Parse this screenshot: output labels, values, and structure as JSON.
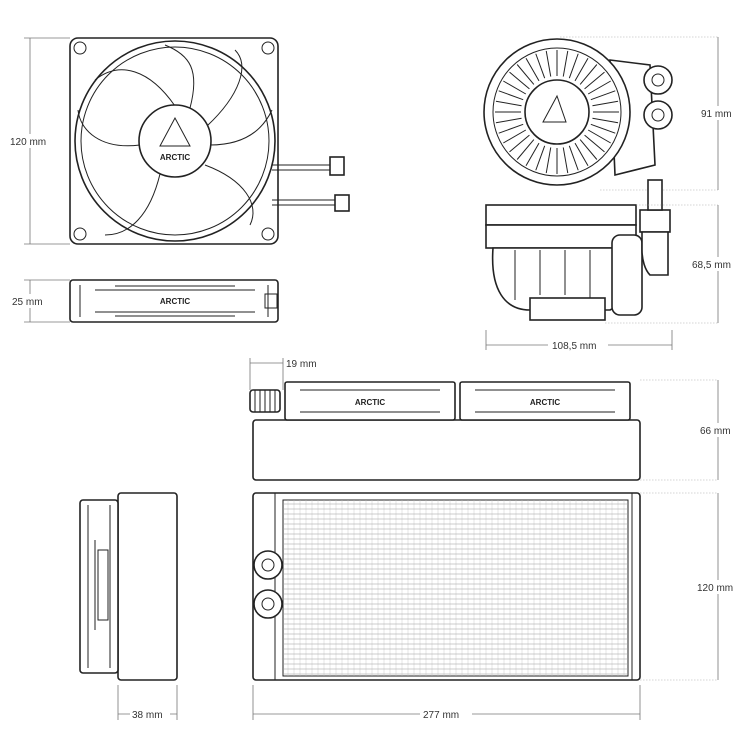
{
  "brand": "ARCTIC",
  "dimensions": {
    "fan_height": "120 mm",
    "fan_depth": "25 mm",
    "pump_height": "91 mm",
    "pump_depth": "68,5 mm",
    "pump_width": "108,5 mm",
    "fitting_offset": "19 mm",
    "radiator_total_depth": "66 mm",
    "radiator_height": "120 mm",
    "radiator_depth": "38 mm",
    "radiator_length": "277 mm"
  }
}
